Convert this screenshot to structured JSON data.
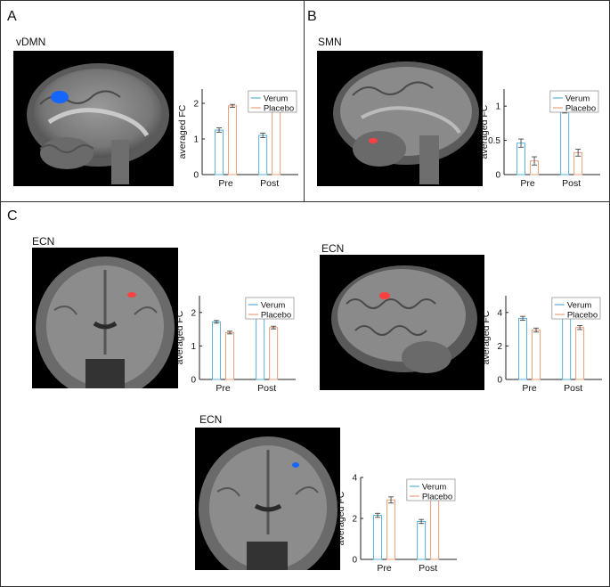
{
  "panels": {
    "a": {
      "letter": "A",
      "region": "vDMN"
    },
    "b": {
      "letter": "B",
      "region": "SMN"
    },
    "c": {
      "letter": "C",
      "regions": [
        "ECN",
        "ECN",
        "ECN"
      ]
    }
  },
  "colors": {
    "verum": "#5ab0d8",
    "placebo": "#e8a07a",
    "blob_blue": "#1565ff",
    "blob_red": "#ff4040"
  },
  "chart_data": [
    {
      "type": "bar",
      "ylabel": "averaged FC",
      "categories": [
        "Pre",
        "Post"
      ],
      "ylim": [
        0,
        2.4
      ],
      "yticks": [
        0,
        1,
        2
      ],
      "series": [
        {
          "name": "Verum",
          "values": [
            1.25,
            1.1
          ],
          "errors": [
            0.06,
            0.06
          ]
        },
        {
          "name": "Placebo",
          "values": [
            1.93,
            1.83
          ],
          "errors": [
            0.04,
            0.04
          ]
        }
      ]
    },
    {
      "type": "bar",
      "ylabel": "averaged FC",
      "categories": [
        "Pre",
        "Post"
      ],
      "ylim": [
        0,
        1.25
      ],
      "yticks": [
        0,
        0.5,
        1
      ],
      "yticklabels": [
        "0",
        "0.5",
        "1"
      ],
      "series": [
        {
          "name": "Verum",
          "values": [
            0.46,
            0.96
          ],
          "errors": [
            0.06,
            0.06
          ]
        },
        {
          "name": "Placebo",
          "values": [
            0.2,
            0.32
          ],
          "errors": [
            0.06,
            0.05
          ]
        }
      ]
    },
    {
      "type": "bar",
      "ylabel": "averaged FC",
      "categories": [
        "Pre",
        "Post"
      ],
      "ylim": [
        0,
        2.5
      ],
      "yticks": [
        0,
        1,
        2
      ],
      "series": [
        {
          "name": "Verum",
          "values": [
            1.72,
            1.97
          ],
          "errors": [
            0.04,
            0.04
          ]
        },
        {
          "name": "Placebo",
          "values": [
            1.4,
            1.55
          ],
          "errors": [
            0.04,
            0.04
          ]
        }
      ]
    },
    {
      "type": "bar",
      "ylabel": "averaged FC",
      "categories": [
        "Pre",
        "Post"
      ],
      "ylim": [
        0,
        5
      ],
      "yticks": [
        0,
        2,
        4
      ],
      "series": [
        {
          "name": "Verum",
          "values": [
            3.65,
            4.0
          ],
          "errors": [
            0.12,
            0.12
          ]
        },
        {
          "name": "Placebo",
          "values": [
            2.95,
            3.1
          ],
          "errors": [
            0.12,
            0.12
          ]
        }
      ]
    },
    {
      "type": "bar",
      "ylabel": "averaged FC",
      "categories": [
        "Pre",
        "Post"
      ],
      "ylim": [
        0,
        4
      ],
      "yticks": [
        0,
        2,
        4
      ],
      "series": [
        {
          "name": "Verum",
          "values": [
            2.15,
            1.85
          ],
          "errors": [
            0.1,
            0.1
          ]
        },
        {
          "name": "Placebo",
          "values": [
            2.9,
            3.2
          ],
          "errors": [
            0.15,
            0.15
          ]
        }
      ]
    }
  ]
}
